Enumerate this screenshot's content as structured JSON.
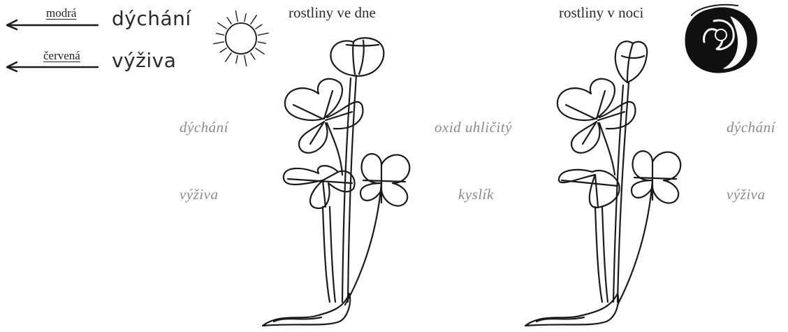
{
  "legend": {
    "items": [
      {
        "color_word": "modrá",
        "term": "dýchání"
      },
      {
        "color_word": "červená",
        "term": "výživa"
      }
    ]
  },
  "day_plant": {
    "title": "rostliny ve dne",
    "left_labels": [
      "dýchání",
      "výživa"
    ],
    "icon": "sun-icon"
  },
  "night_plant": {
    "title": "rostliny v noci",
    "right_labels": [
      "dýchání",
      "výživa"
    ],
    "icon": "moon-icon"
  },
  "middle_labels": [
    "oxid uhličitý",
    "kyslík"
  ]
}
